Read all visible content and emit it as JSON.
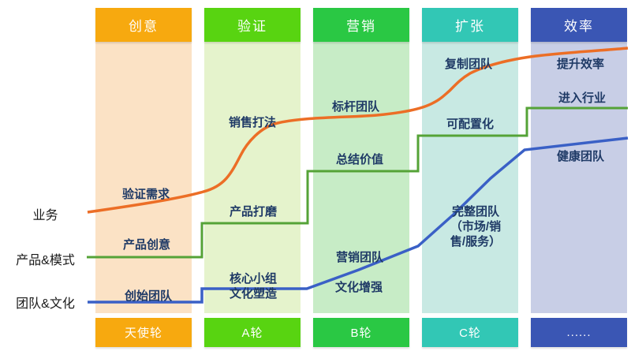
{
  "stages": [
    {
      "header": "创意",
      "round": "天使轮",
      "header_color": "#F7A90F",
      "body_color": "#FBE2C5"
    },
    {
      "header": "验证",
      "round": "A轮",
      "header_color": "#58D411",
      "body_color": "#E5F3CC"
    },
    {
      "header": "营销",
      "round": "B轮",
      "header_color": "#2AC844",
      "body_color": "#C7ECC6"
    },
    {
      "header": "扩张",
      "round": "C轮",
      "header_color": "#32C7B5",
      "body_color": "#C8E9E3"
    },
    {
      "header": "效率",
      "round": "......",
      "header_color": "#3A56B4",
      "body_color": "#C8CEE6"
    }
  ],
  "row_labels": {
    "business": "业务",
    "product_model": "产品&模式",
    "team_culture": "团队&文化"
  },
  "lines": {
    "business": {
      "name": "业务",
      "color": "#EC6E26"
    },
    "product_model": {
      "name": "产品&模式",
      "color": "#55A337"
    },
    "team_culture": {
      "name": "团队&文化",
      "color": "#3A60C6"
    }
  },
  "annotations": {
    "validate_demand": "验证需求",
    "product_idea": "产品创意",
    "founding_team": "创始团队",
    "sales_playbook": "销售打法",
    "product_polish": "产品打磨",
    "core_group_culture": "核心小组\n文化塑造",
    "benchmark_team": "标杆团队",
    "summarize_value": "总结价值",
    "marketing_team": "营销团队",
    "culture_strengthen": "文化增强",
    "replicate_team": "复制团队",
    "configurable": "可配置化",
    "complete_team": "完整团队\n（市场/销\n售/服务）",
    "improve_efficiency": "提升效率",
    "enter_industry": "进入行业",
    "healthy_team": "健康团队"
  }
}
